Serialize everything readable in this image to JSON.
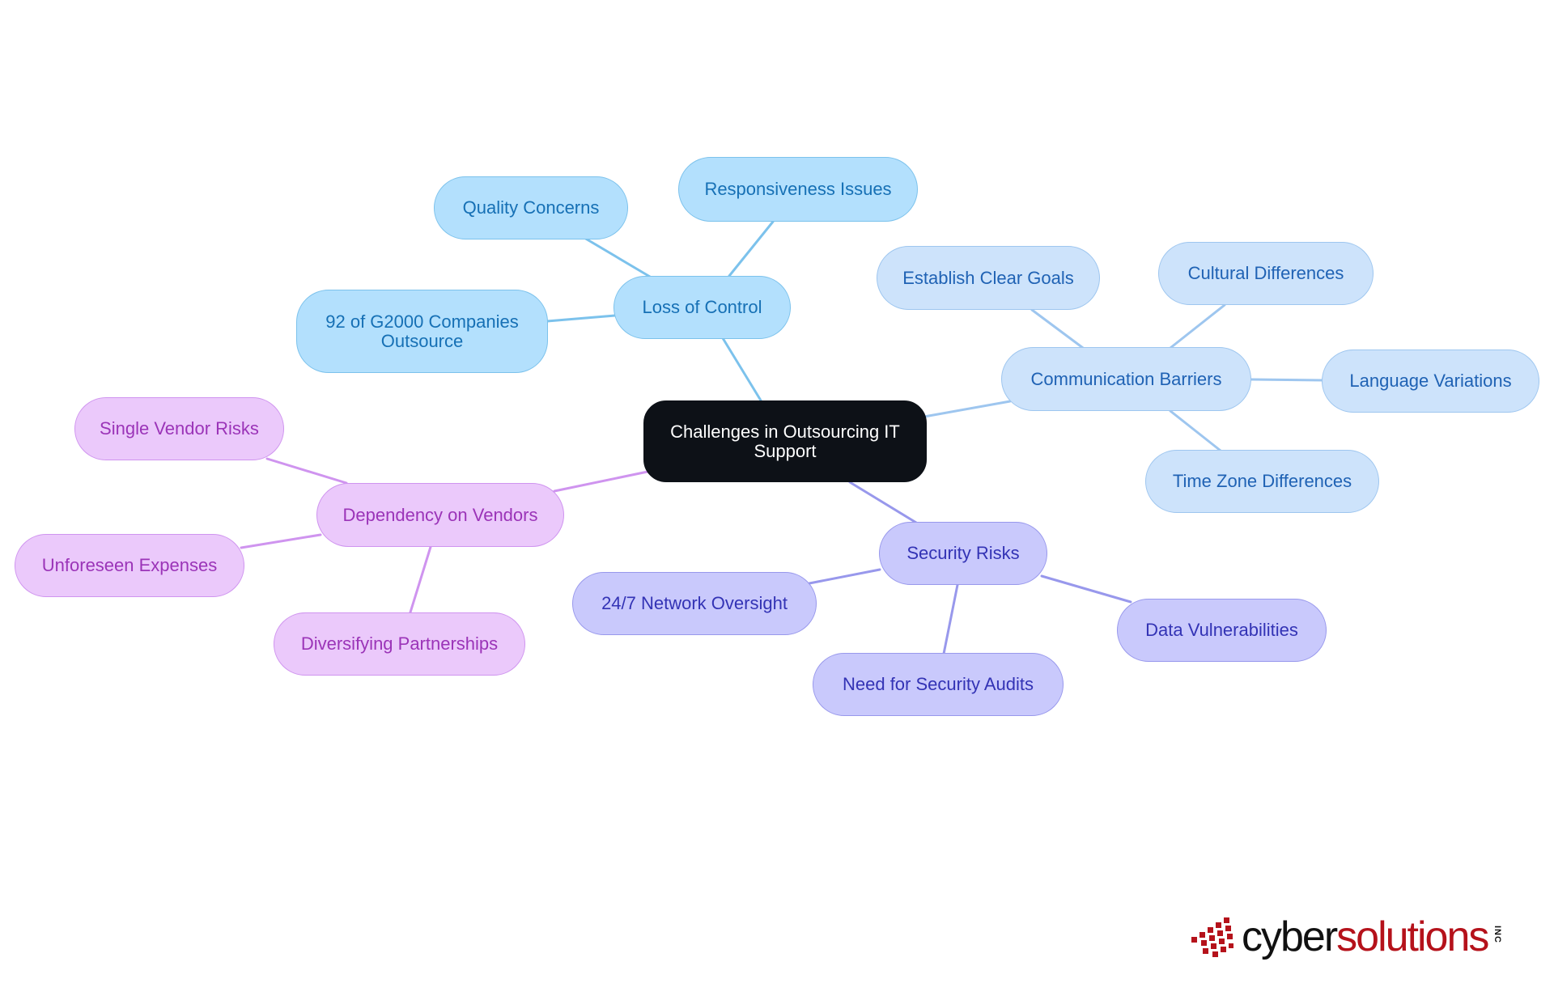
{
  "root": {
    "label": "Challenges in Outsourcing IT Support"
  },
  "branches": [
    {
      "label": "Loss of Control",
      "color": "#7cc2ec",
      "children": [
        "Quality Concerns",
        "Responsiveness Issues",
        "92 of G2000 Companies Outsource"
      ]
    },
    {
      "label": "Communication Barriers",
      "color": "#9ec6ef",
      "children": [
        "Establish Clear Goals",
        "Cultural Differences",
        "Language Variations",
        "Time Zone Differences"
      ]
    },
    {
      "label": "Security Risks",
      "color": "#9898ec",
      "children": [
        "24/7 Network Oversight",
        "Need for Security Audits",
        "Data Vulnerabilities"
      ]
    },
    {
      "label": "Dependency on Vendors",
      "color": "#cf94ef",
      "children": [
        "Single Vendor Risks",
        "Unforeseen Expenses",
        "Diversifying Partnerships"
      ]
    }
  ],
  "logo": {
    "text_dark": "cyber",
    "text_red": "solutions",
    "suffix": "INC"
  }
}
